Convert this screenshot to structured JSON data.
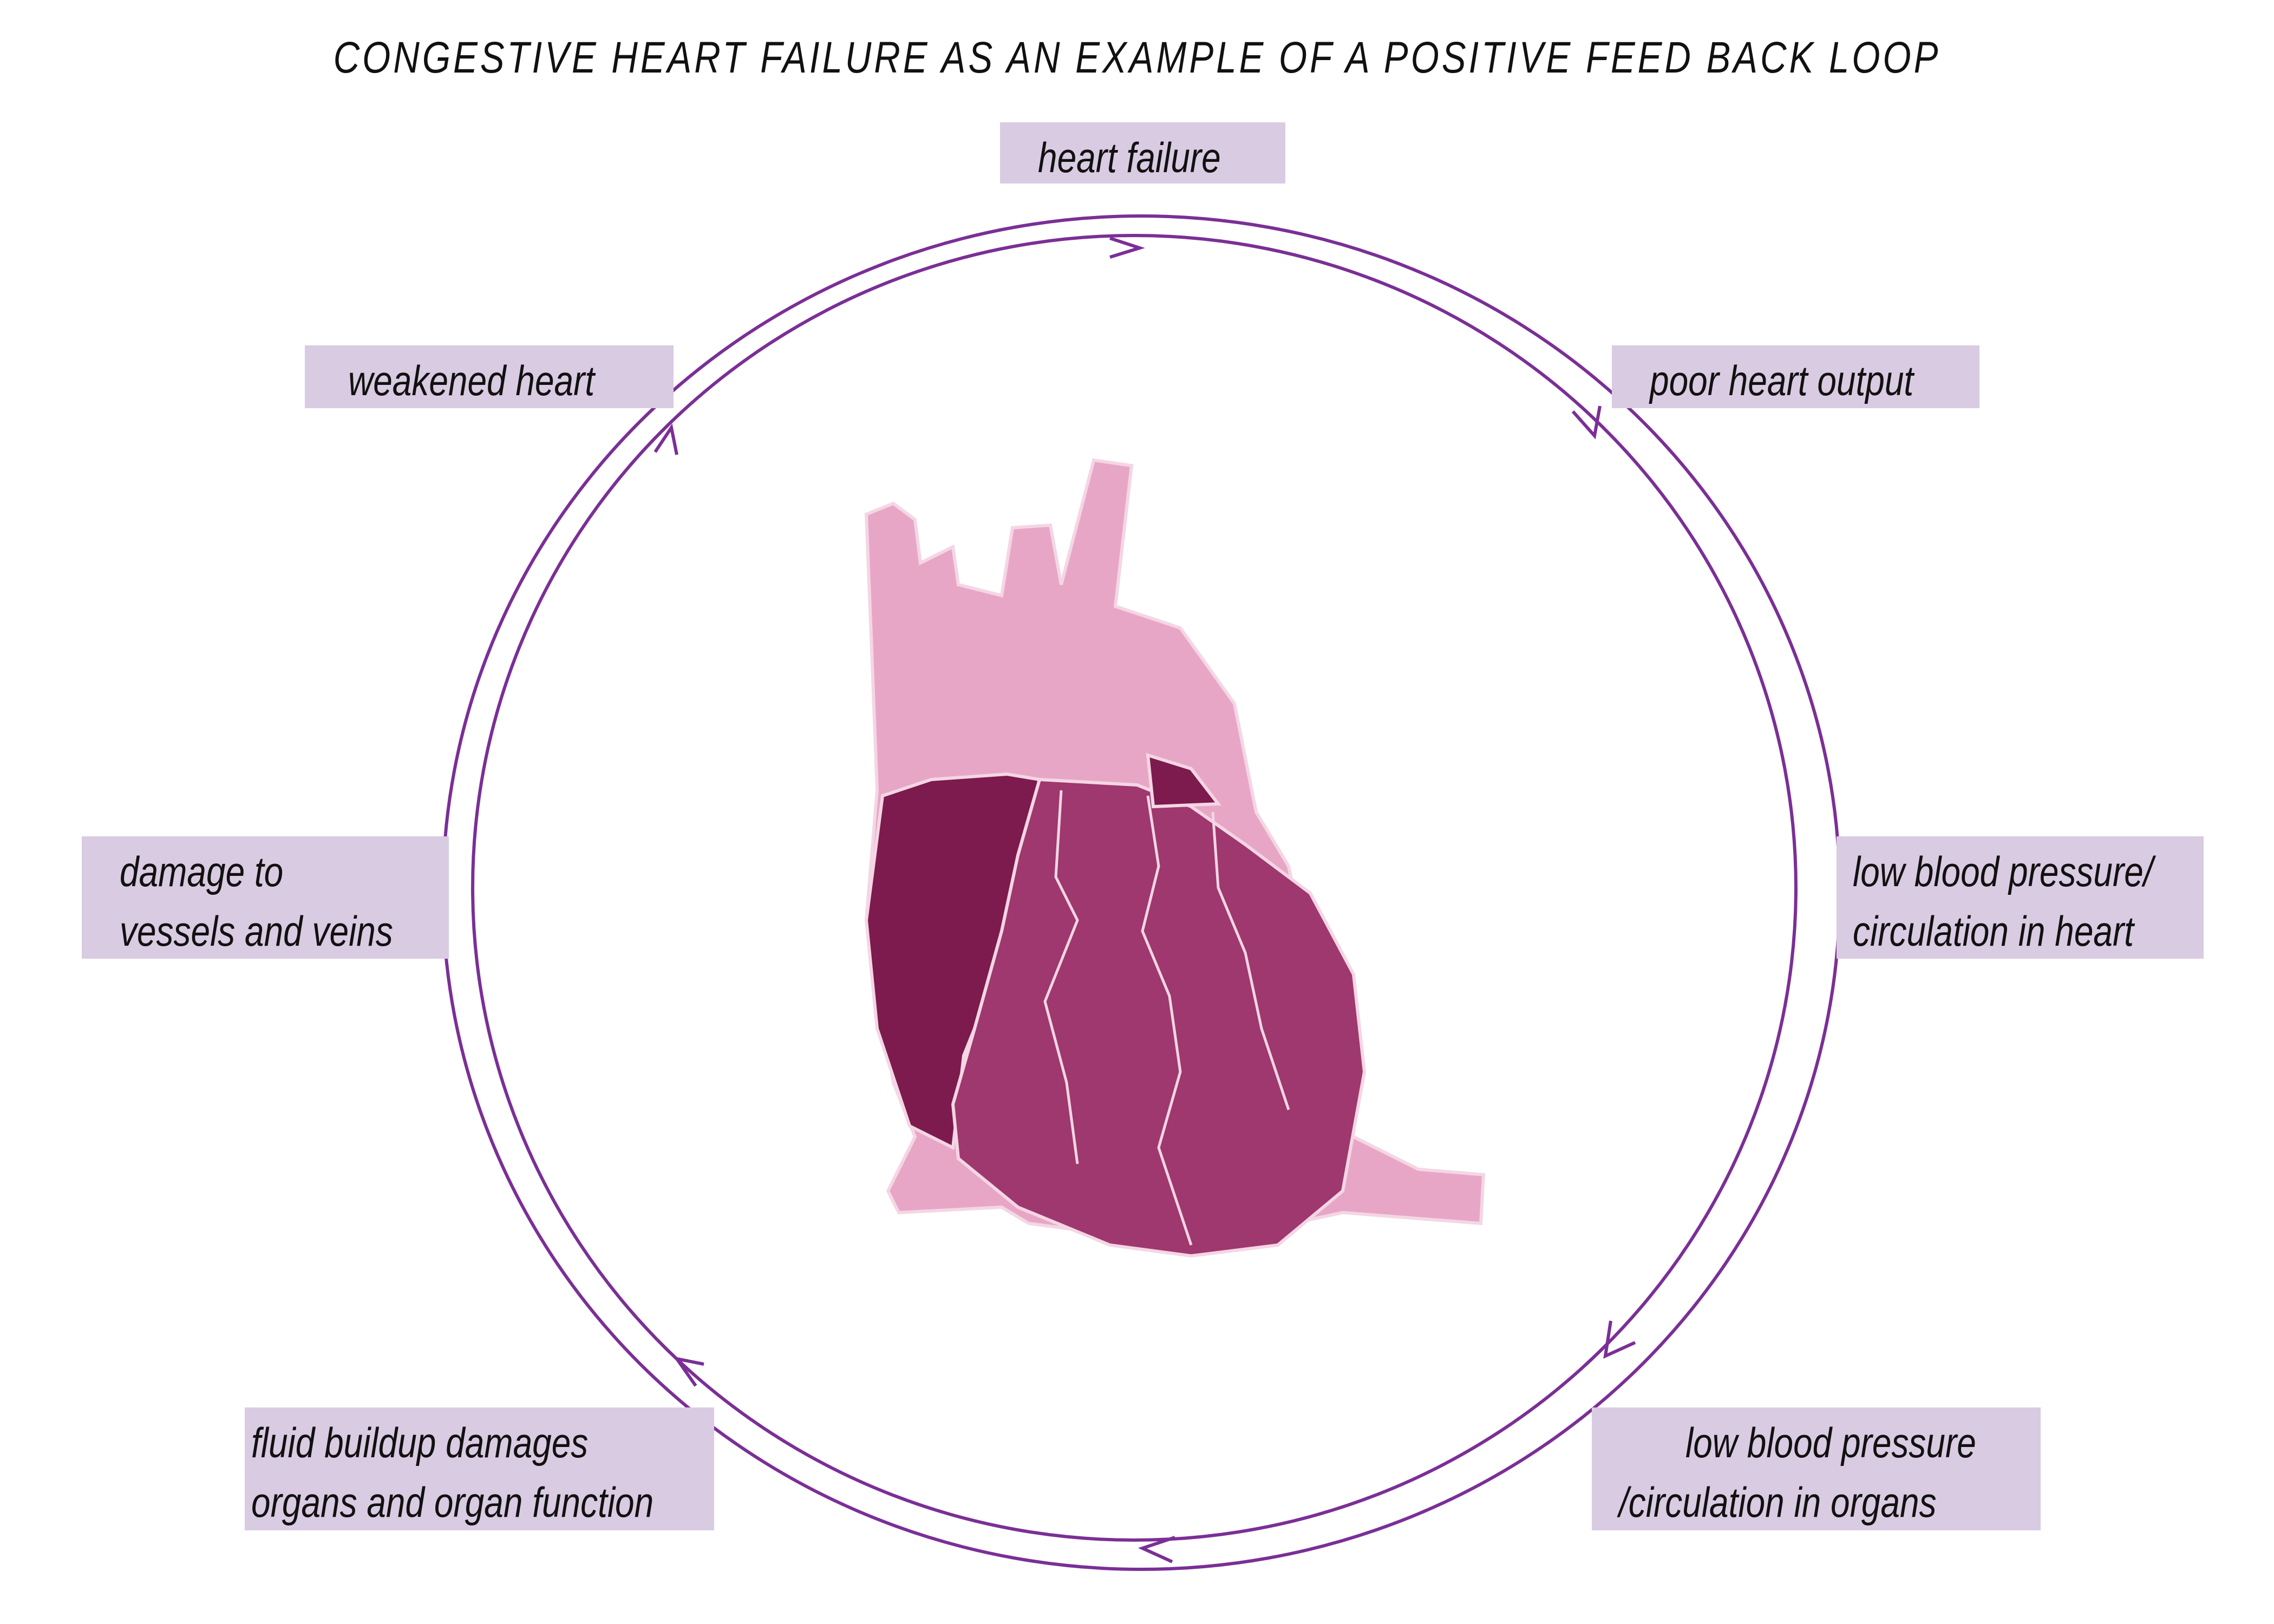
{
  "title": "CONGESTIVE HEART FAILURE AS AN EXAMPLE OF A POSITIVE FEED BACK LOOP",
  "labels": {
    "heart_failure": "heart failure",
    "poor_output": "poor heart output",
    "low_bp_heart": [
      "low blood pressure/",
      "circulation in heart"
    ],
    "low_bp_organs": [
      "low blood pressure",
      "/circulation in organs"
    ],
    "fluid": [
      "fluid buildup damages",
      "organs and organ function"
    ],
    "damage": [
      "damage to",
      "vessels and veins"
    ],
    "weakened": "weakened heart"
  },
  "colors": {
    "label_bg": "#d9cbe2",
    "loop": "#7b2f96",
    "heart_pink": "#e8a6c6",
    "heart_dark": "#7d1a4e",
    "heart_mid": "#9e386e",
    "heart_light": "#ad4f80"
  }
}
